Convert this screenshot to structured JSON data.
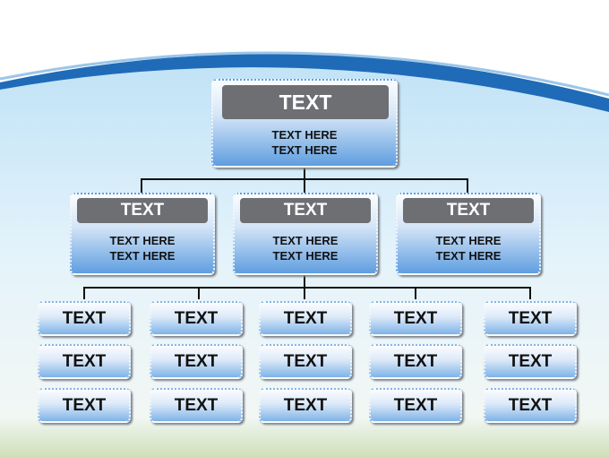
{
  "top": {
    "title": "TEXT",
    "lines": [
      "TEXT HERE",
      "TEXT HERE"
    ]
  },
  "middle": [
    {
      "title": "TEXT",
      "lines": [
        "TEXT HERE",
        "TEXT HERE"
      ]
    },
    {
      "title": "TEXT",
      "lines": [
        "TEXT HERE",
        "TEXT HERE"
      ]
    },
    {
      "title": "TEXT",
      "lines": [
        "TEXT HERE",
        "TEXT HERE"
      ]
    }
  ],
  "leaves": [
    [
      "TEXT",
      "TEXT",
      "TEXT"
    ],
    [
      "TEXT",
      "TEXT",
      "TEXT"
    ],
    [
      "TEXT",
      "TEXT",
      "TEXT"
    ],
    [
      "TEXT",
      "TEXT",
      "TEXT"
    ],
    [
      "TEXT",
      "TEXT",
      "TEXT"
    ]
  ],
  "colors": {
    "header": "#6e6f73",
    "accent": "#1f6bb8"
  }
}
